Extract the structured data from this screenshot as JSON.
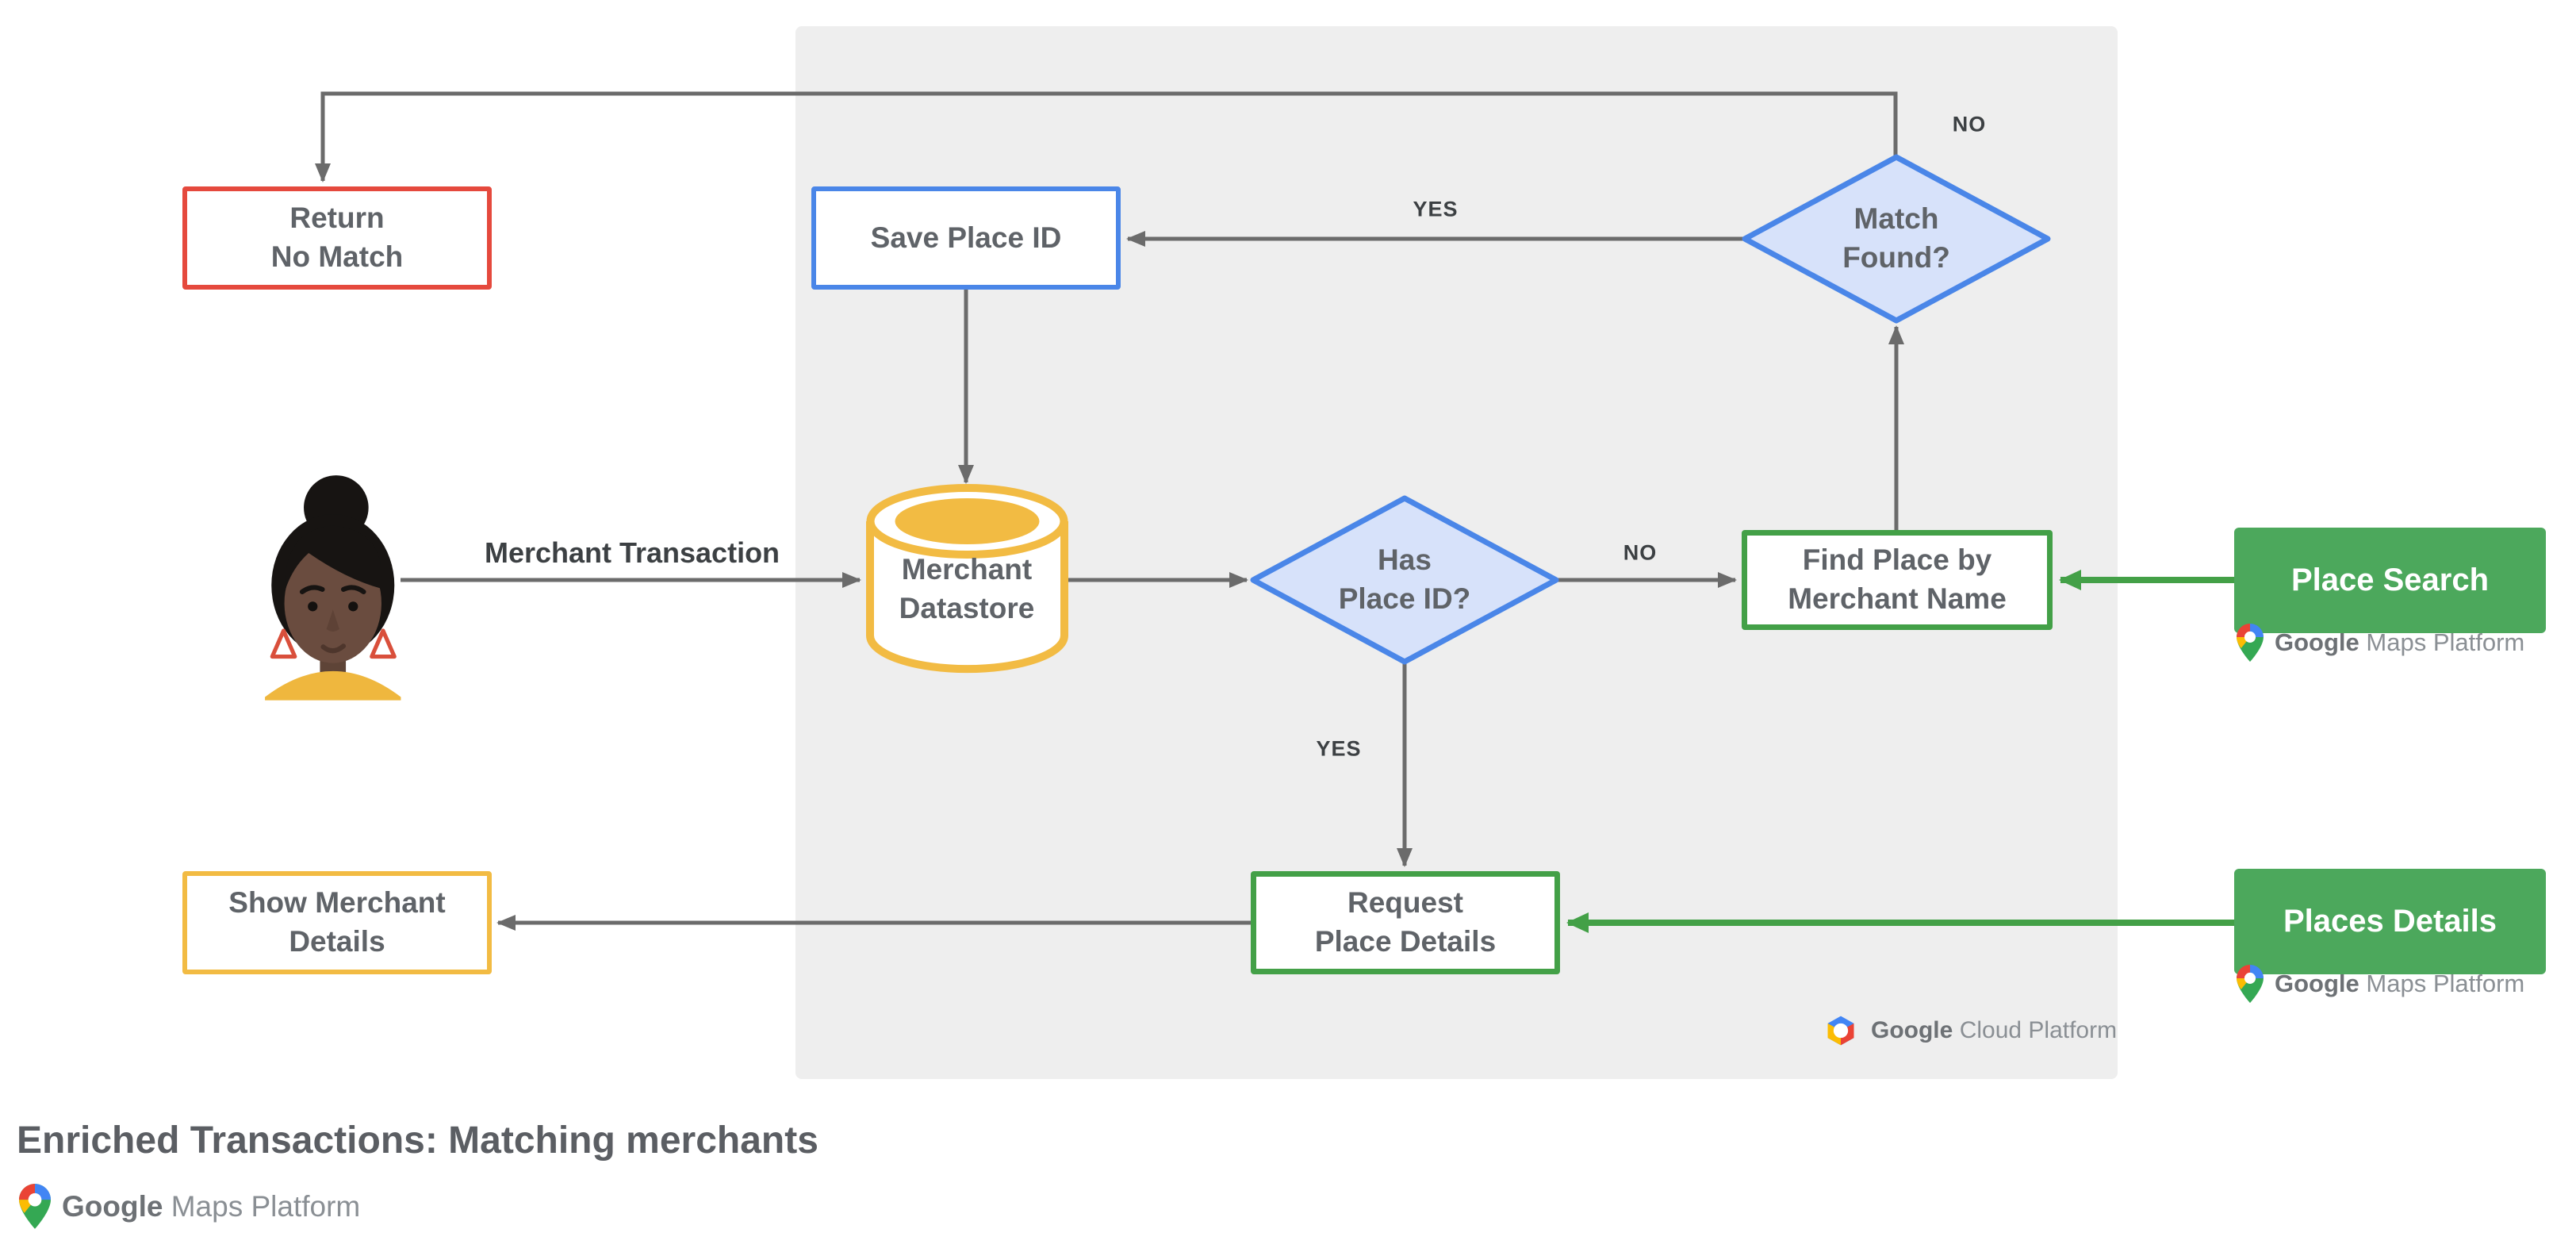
{
  "title": "Enriched Transactions: Matching merchants",
  "colors": {
    "canvas": "#ffffff",
    "panel": "#eeeeee",
    "line": "#6b6b6b",
    "node-text": "#5f6368",
    "label-text": "#3c4043",
    "title-text": "#5b5e63",
    "red": "#e5493d",
    "blue": "#4a86e8",
    "blue-fill": "#d7e2fa",
    "green-line": "#43a047",
    "green-fill": "#4ca85c",
    "yellow": "#f2bb43",
    "logo-text-dark": "#6d7175",
    "logo-text-light": "#8a8f94"
  },
  "nodes": {
    "return_no_match": {
      "label": "Return\nNo Match"
    },
    "save_place_id": {
      "label": "Save Place ID"
    },
    "match_found": {
      "label": "Match\nFound?"
    },
    "merchant_datastore": {
      "label": "Merchant\nDatastore"
    },
    "has_place_id": {
      "label": "Has\nPlace ID?"
    },
    "find_place": {
      "label": "Find Place by\nMerchant Name"
    },
    "request_place_details": {
      "label": "Request\nPlace Details"
    },
    "show_merchant_details": {
      "label": "Show Merchant\nDetails"
    },
    "place_search": {
      "label": "Place Search"
    },
    "places_details": {
      "label": "Places Details"
    }
  },
  "edge_labels": {
    "match_no": "NO",
    "match_yes": "YES",
    "has_no": "NO",
    "has_yes": "YES",
    "merchant_transaction": "Merchant Transaction"
  },
  "logos": {
    "maps_platform": {
      "google": "Google",
      "product": "Maps Platform"
    },
    "cloud_platform": {
      "google": "Google",
      "product": "Cloud Platform"
    }
  }
}
